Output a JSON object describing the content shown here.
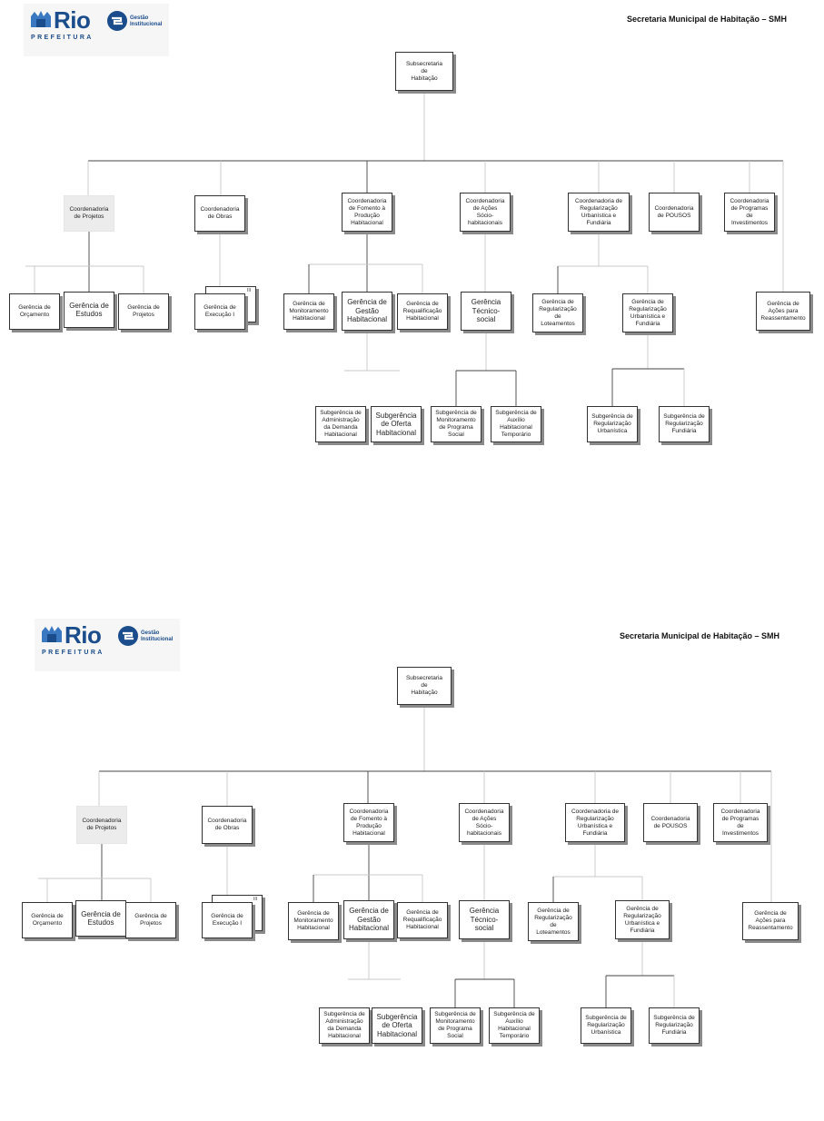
{
  "pages": [
    {
      "header": {
        "logo_name": "Rio",
        "logo_sub": "PREFEITURA",
        "gestao_line1": "Gestão",
        "gestao_line2": "Institucional",
        "title": "Secretaria Municipal de Habitação – SMH"
      },
      "root": "Subsecretaria\nde\nHabitação",
      "coords": [
        "Coordenadoria\nde Projetos",
        "Coordenadoria\nde Obras",
        "Coordenadoria\nde Fomento à\nProdução\nHabitacional",
        "Coordenadoria\nde Ações\nSócio-\nhabitacionais",
        "Coordenadoria de\nRegularização\nUrbanística e\nFundiária",
        "Coordenadoria\nde POUSOS",
        "Coordenadoria\nde Programas\nde\nInvestimentos"
      ],
      "gerencias": [
        "Gerência de\nOrçamento",
        "Gerência de\nEstudos",
        "Gerência de\nProjetos",
        "Gerência de\nExecução I",
        "Gerência de\nMonitoramento\nHabitacional",
        "Gerência de\nGestão\nHabitacional",
        "Gerência de\nRequalificação\nHabitacional",
        "Gerência\nTécnico-social",
        "Gerência de\nRegularização\nde\nLoteamentos",
        "Gerência de\nRegularização\nUrbanística e\nFundiária",
        "Gerência de\nAções para\nReassentamento"
      ],
      "back_label": "III",
      "subgerencias": [
        "Subgerência de\nAdministração\nda Demanda\nHabitacional",
        "Subgerência\nde Oferta\nHabitacional",
        "Subgerência de\nMonitoramento\nde Programa\nSocial",
        "Subgerência de\nAuxílio\nHabitacional\nTemporário",
        "Subgerência de\nRegularização\nUrbanística",
        "Subgerência de\nRegularização\nFundiária"
      ]
    },
    {
      "header": {
        "logo_name": "Rio",
        "logo_sub": "PREFEITURA",
        "gestao_line1": "Gestão",
        "gestao_line2": "Institucional",
        "title": "Secretaria Municipal de Habitação – SMH"
      },
      "root": "Subsecretaria\nde\nHabitação",
      "coords": [
        "Coordenadoria\nde Projetos",
        "Coordenadoria\nde Obras",
        "Coordenadoria\nde Fomento à\nProdução\nHabitacional",
        "Coordenadoria\nde Ações\nSócio-\nhabitacionais",
        "Coordenadoria de\nRegularização\nUrbanística e\nFundiária",
        "Coordenadoria\nde POUSOS",
        "Coordenadoria\nde Programas\nde\nInvestimentos"
      ],
      "gerencias": [
        "Gerência de\nOrçamento",
        "Gerência de\nEstudos",
        "Gerência de\nProjetos",
        "Gerência de\nExecução I",
        "Gerência de\nMonitoramento\nHabitacional",
        "Gerência de\nGestão\nHabitacional",
        "Gerência de\nRequalificação\nHabitacional",
        "Gerência\nTécnico-social",
        "Gerência de\nRegularização\nde\nLoteamentos",
        "Gerência de\nRegularização\nUrbanística e\nFundiária",
        "Gerência de\nAções para\nReassentamento"
      ],
      "back_label": "III",
      "subgerencias": [
        "Subgerência de\nAdministração\nda Demanda\nHabitacional",
        "Subgerência\nde Oferta\nHabitacional",
        "Subgerência de\nMonitoramento\nde Programa\nSocial",
        "Subgerência de\nAuxílio\nHabitacional\nTemporário",
        "Subgerência de\nRegularização\nUrbanística",
        "Subgerência de\nRegularização\nFundiária"
      ]
    }
  ]
}
